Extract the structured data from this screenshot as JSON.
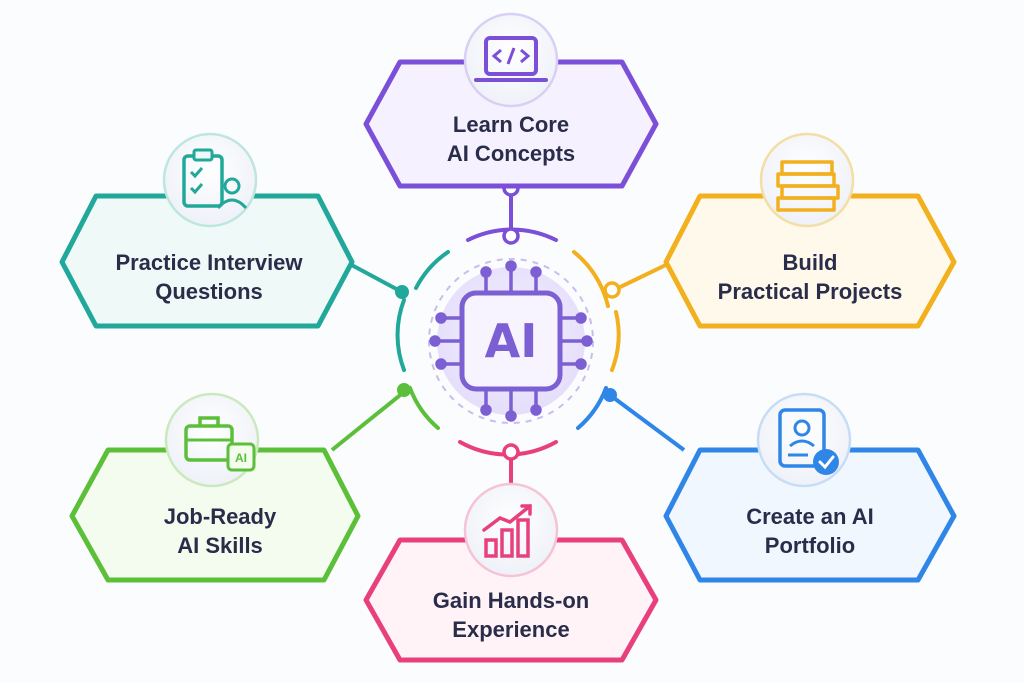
{
  "hub": {
    "label": "AI",
    "color": "#7b5fd3"
  },
  "nodes": [
    {
      "id": "learn",
      "lines": [
        "Learn Core",
        "AI Concepts"
      ],
      "color": "#7b4fd8",
      "icon": "code-laptop-icon"
    },
    {
      "id": "build",
      "lines": [
        "Build",
        "Practical Projects"
      ],
      "color": "#f2b01e",
      "icon": "books-stack-icon"
    },
    {
      "id": "portfolio",
      "lines": [
        "Create an AI",
        "Portfolio"
      ],
      "color": "#2f86e6",
      "icon": "profile-document-check-icon"
    },
    {
      "id": "hands-on",
      "lines": [
        "Gain Hands-on",
        "Experience"
      ],
      "color": "#e8407c",
      "icon": "growth-chart-icon"
    },
    {
      "id": "job-ready",
      "lines": [
        "Job-Ready",
        "AI Skills"
      ],
      "color": "#5cbf3a",
      "icon": "briefcase-chip-icon"
    },
    {
      "id": "interview",
      "lines": [
        "Practice Interview",
        "Questions"
      ],
      "color": "#22a89a",
      "icon": "clipboard-user-icon"
    }
  ],
  "icon_badge_text": "AI"
}
